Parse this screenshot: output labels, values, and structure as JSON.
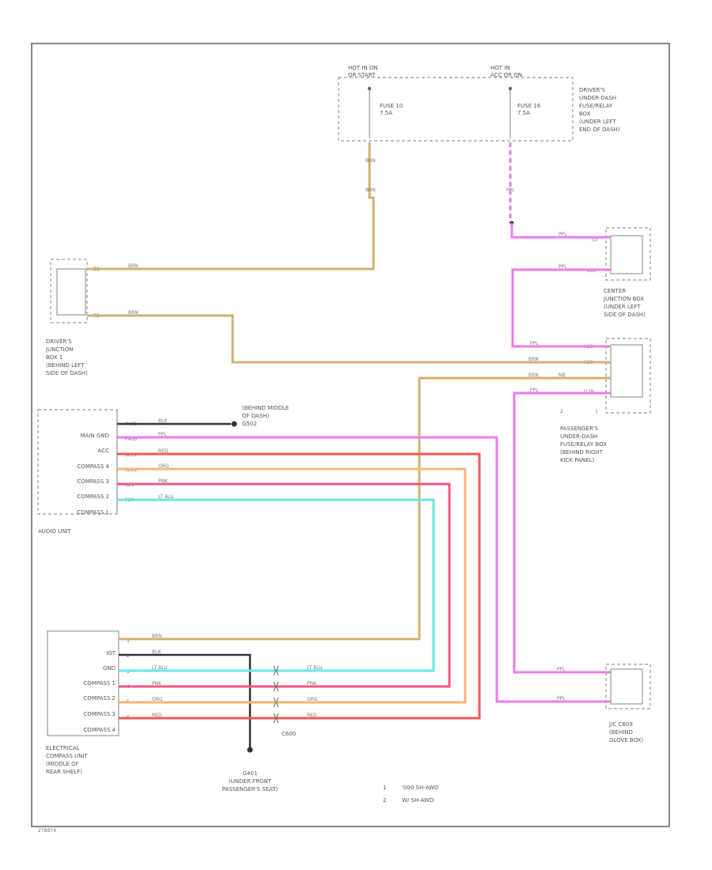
{
  "colors": {
    "brown": "#d2b16f",
    "pink": "#f07af0",
    "red": "#f05a5a",
    "orange": "#f5b57a",
    "ltblue": "#6fe3e3",
    "black": "#333333",
    "frame": "#888888"
  },
  "fuse_block": {
    "hot1": [
      "HOT IN ON",
      "OR START"
    ],
    "hot2": [
      "HOT IN",
      "ACC OR ON"
    ],
    "fuse1": [
      "FUSE 10",
      "7.5A"
    ],
    "fuse2": [
      "FUSE 16",
      "7.5A"
    ],
    "desc": [
      "DRIVER'S",
      "UNDER-DASH",
      "FUSE/RELAY",
      "BOX",
      "(UNDER LEFT",
      "END OF DASH)"
    ]
  },
  "drivers_jb": {
    "pins": [
      "B1",
      "P2"
    ],
    "desc": [
      "DRIVER'S",
      "JUNCTION",
      "BOX 1",
      "(BEHIND LEFT",
      "SIDE OF DASH)"
    ]
  },
  "center_jb": {
    "pins": [
      "S3",
      "A10"
    ],
    "desc": [
      "CENTER",
      "JUNCTION BOX",
      "(UNDER LEFT",
      "SIDE OF DASH)"
    ]
  },
  "pass_box": {
    "pins": [
      "A29",
      "A30",
      "G29"
    ],
    "markers": [
      "2",
      "1"
    ],
    "desc": [
      "PASSENGER'S",
      "UNDER-DASH",
      "FUSE/RELAY BOX",
      "(BEHIND RIGHT",
      "KICK PANEL)"
    ]
  },
  "ground_top": [
    "(BEHIND MIDDLE",
    "OF DASH)",
    "G502"
  ],
  "audio_unit": {
    "title": "AUDIO UNIT",
    "rows": [
      "MAIN GND",
      "ACC",
      "COMPASS 4",
      "COMPASS 3",
      "COMPASS 2",
      "COMPASS 1"
    ],
    "pins": [
      "P405",
      "P406",
      "S211",
      "S212",
      "S21",
      "P20"
    ]
  },
  "compass_unit": {
    "rows": [
      "IGT",
      "GND",
      "COMPASS 1",
      "COMPASS 2",
      "COMPASS 3",
      "COMPASS 4"
    ],
    "pins": [
      "1",
      "2",
      "3",
      "4",
      "5",
      "6"
    ],
    "desc": [
      "ELECTRICAL",
      "COMPASS UNIT",
      "(MIDDLE OF",
      "REAR SHELF)"
    ]
  },
  "connector_c600": "C600",
  "ground_bottom": [
    "G401",
    "(UNDER FRONT",
    "PASSENGER'S SEAT)"
  ],
  "jc": [
    "J/C C609",
    "(BEHIND",
    "GLOVE BOX)"
  ],
  "wire_labels": {
    "brn": "BRN",
    "ppl": "PPL",
    "blk": "BLK",
    "red": "RED",
    "org": "ORG",
    "pnk": "PNK",
    "ltblu": "LT BLU",
    "nb": "NB"
  },
  "legend": [
    {
      "num": "1",
      "text": "'000 SH-AWD"
    },
    {
      "num": "2",
      "text": "W/ SH-AWD"
    }
  ],
  "ref": "278874"
}
